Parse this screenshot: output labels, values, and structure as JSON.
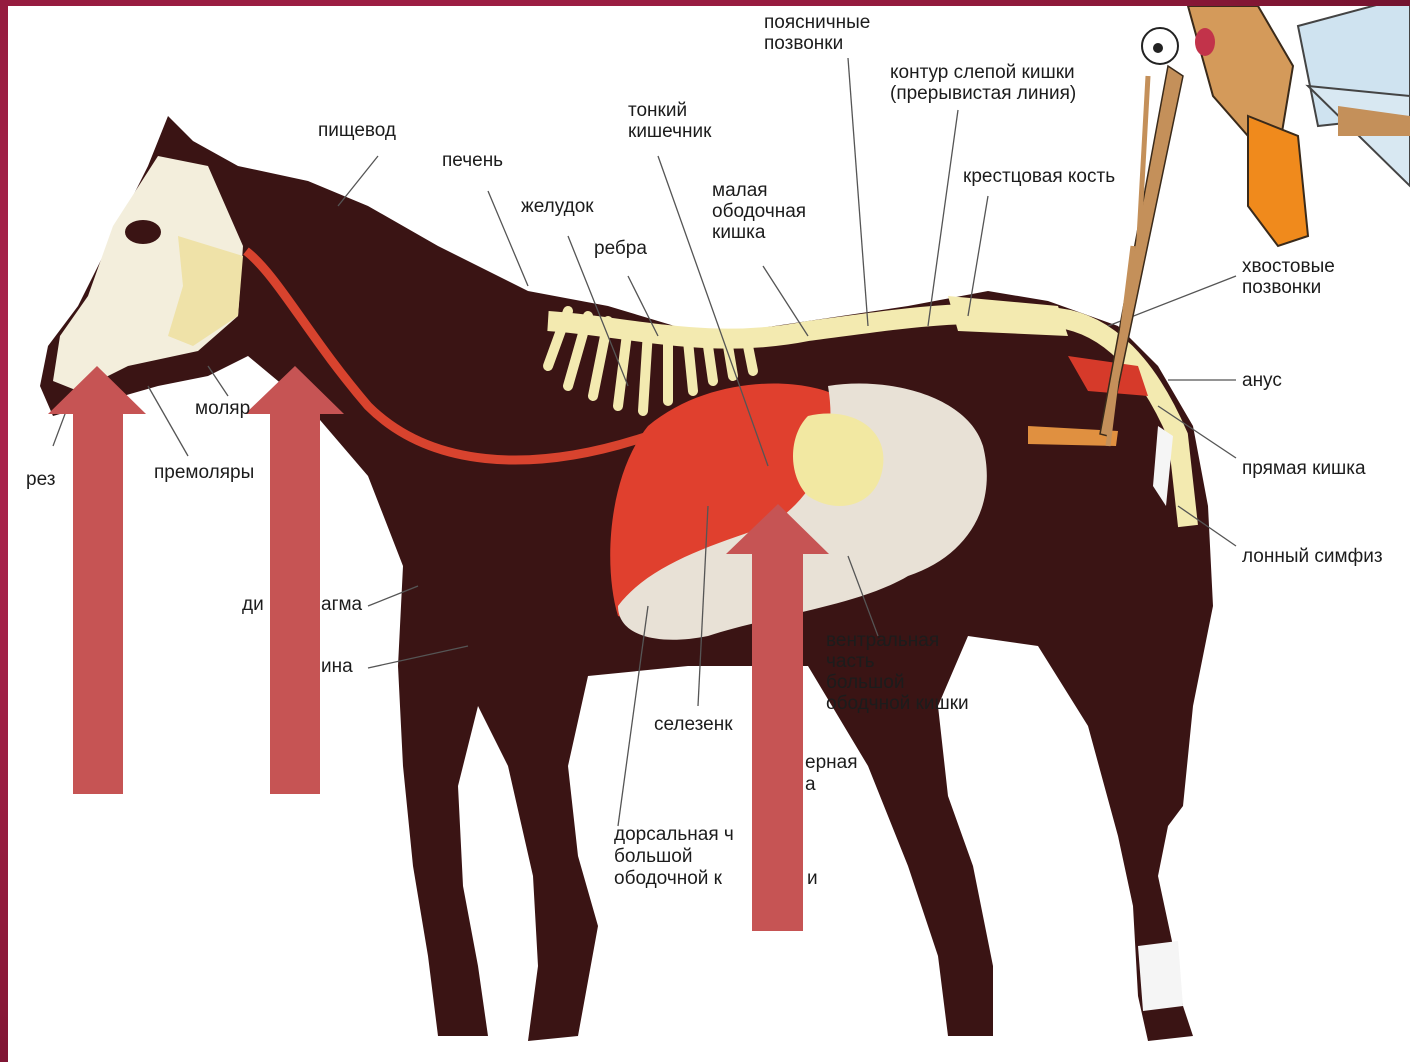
{
  "labels": {
    "lumbar": "поясничные\nпозвонки",
    "cecum": "контур слепой кишки\n(прерывистая линия)",
    "small_intestine": "тонкий\nкишечник",
    "esophagus": "пищевод",
    "liver": "печень",
    "sacrum": "крестцовая кость",
    "stomach": "желудок",
    "small_colon": "малая\nободочная\nкишка",
    "ribs": "ребра",
    "tail_vertebrae": "хвостовые\nпозвонки",
    "anus": "анус",
    "molars": "моляр",
    "incisors": "рез",
    "premolars": "премоляры",
    "rectum": "прямая кишка",
    "pubic_symphysis": "лонный симфиз",
    "diaphragm_left": "ди",
    "diaphragm_right": "агма",
    "partial_left_word": "ина",
    "ventral_colon": "вентральная\nчасть\nбольшой\nободчной кишки",
    "spleen": "селезенк",
    "partial_right_word": "ерная",
    "partial_right_word2": "а",
    "dorsal_colon_line1": "дорсальная ч",
    "dorsal_colon_line2": "большой",
    "dorsal_colon_line3": "ободочной к",
    "dorsal_colon_tail": "и"
  },
  "colors": {
    "slide_border": "#9e1c44",
    "arrow": "#c65454",
    "horse_coat": "#3a1414",
    "bone": "#f3eab0",
    "organ_red": "#e0402e",
    "intestine": "#e8e1d6"
  },
  "arrows": [
    {
      "name": "arrow-left",
      "direction": "up"
    },
    {
      "name": "arrow-middle",
      "direction": "up"
    },
    {
      "name": "arrow-right",
      "direction": "up"
    }
  ]
}
